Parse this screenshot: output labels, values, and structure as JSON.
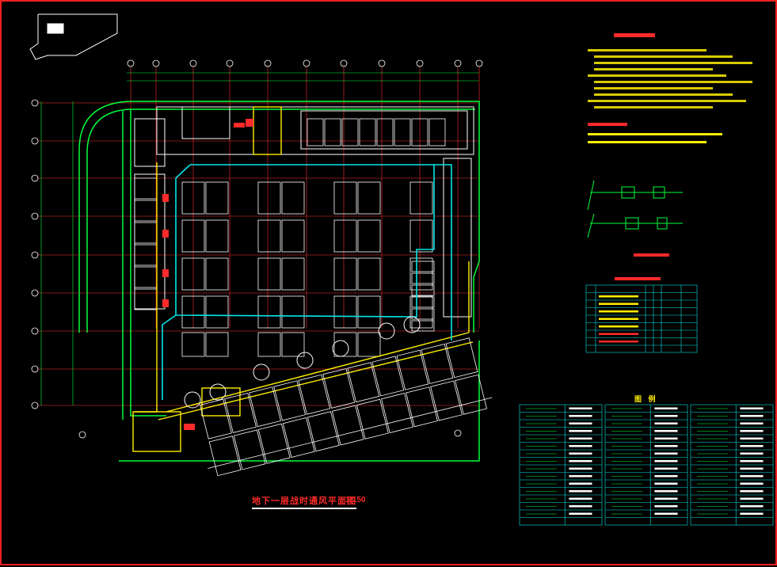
{
  "drawing": {
    "title": "地下一层战时通风平面图",
    "scale": "1:150"
  },
  "legend": {
    "title": "图 例"
  },
  "colors": {
    "background": "#000000",
    "wall": "#ffffff",
    "grid_line": "#ff3030",
    "civil_wall": "#00ff3c",
    "duct": "#00e5e5",
    "note_text": "#ffee00",
    "accent": "#ff2a2a",
    "border": "#ff2020"
  }
}
